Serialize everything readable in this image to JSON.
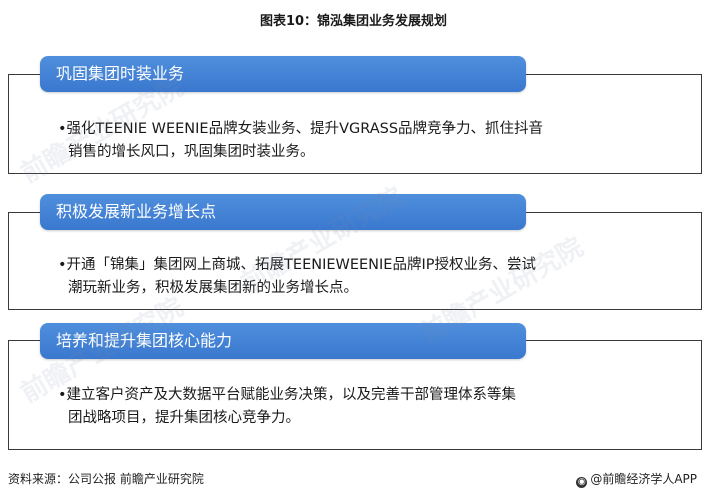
{
  "title": "图表10：锦泓集团业务发展规划",
  "sections": [
    {
      "heading": "巩固集团时装业务",
      "line1": "•强化TEENIE WEENIE品牌女装业务、提升VGRASS品牌竞争力、抓住抖音",
      "line2": "销售的增长风口，巩固集团时装业务。"
    },
    {
      "heading": "积极发展新业务增长点",
      "line1": "•开通「锦集」集团网上商城、拓展TEENIEWEENIE品牌IP授权业务、尝试",
      "line2": "潮玩新业务，积极发展集团新的业务增长点。"
    },
    {
      "heading": "培养和提升集团核心能力",
      "line1": "•建立客户资产及大数据平台赋能业务决策，以及完善干部管理体系等集",
      "line2": "团战略项目，提升集团核心竞争力。"
    }
  ],
  "footer": {
    "source": "资料来源：公司公报 前瞻产业研究院",
    "brand": "@前瞻经济学人APP"
  },
  "watermark": "前瞻产业研究院"
}
